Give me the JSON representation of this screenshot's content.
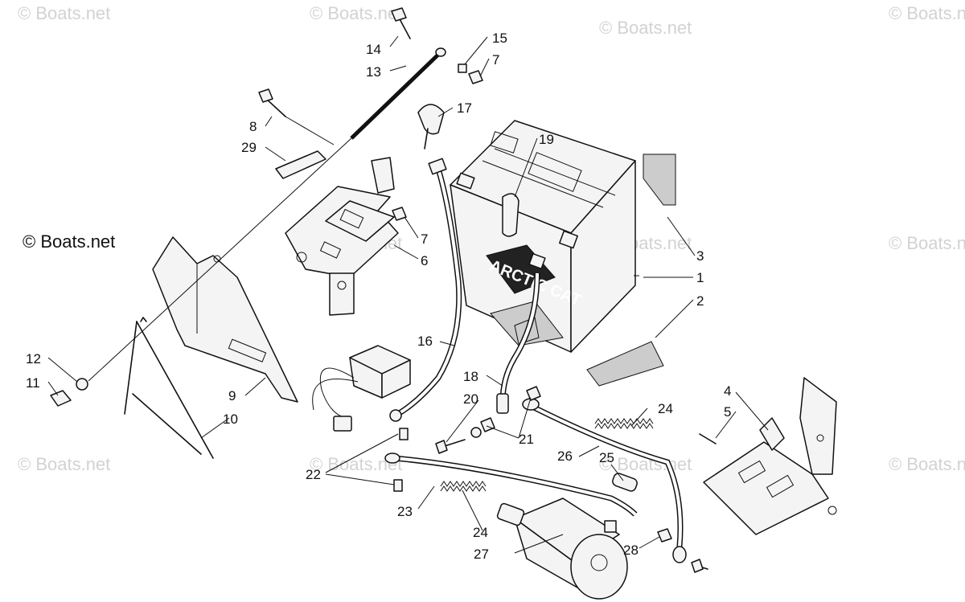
{
  "watermarks": {
    "faint": "© Boats.net",
    "main": "© Boats.net"
  },
  "callouts": [
    "1",
    "2",
    "3",
    "4",
    "5",
    "6",
    "7",
    "7",
    "8",
    "9",
    "10",
    "11",
    "12",
    "13",
    "14",
    "15",
    "16",
    "17",
    "18",
    "19",
    "20",
    "21",
    "22",
    "23",
    "24",
    "24",
    "25",
    "26",
    "27",
    "28",
    "29"
  ],
  "battery_brand": "ARCTIC CAT"
}
